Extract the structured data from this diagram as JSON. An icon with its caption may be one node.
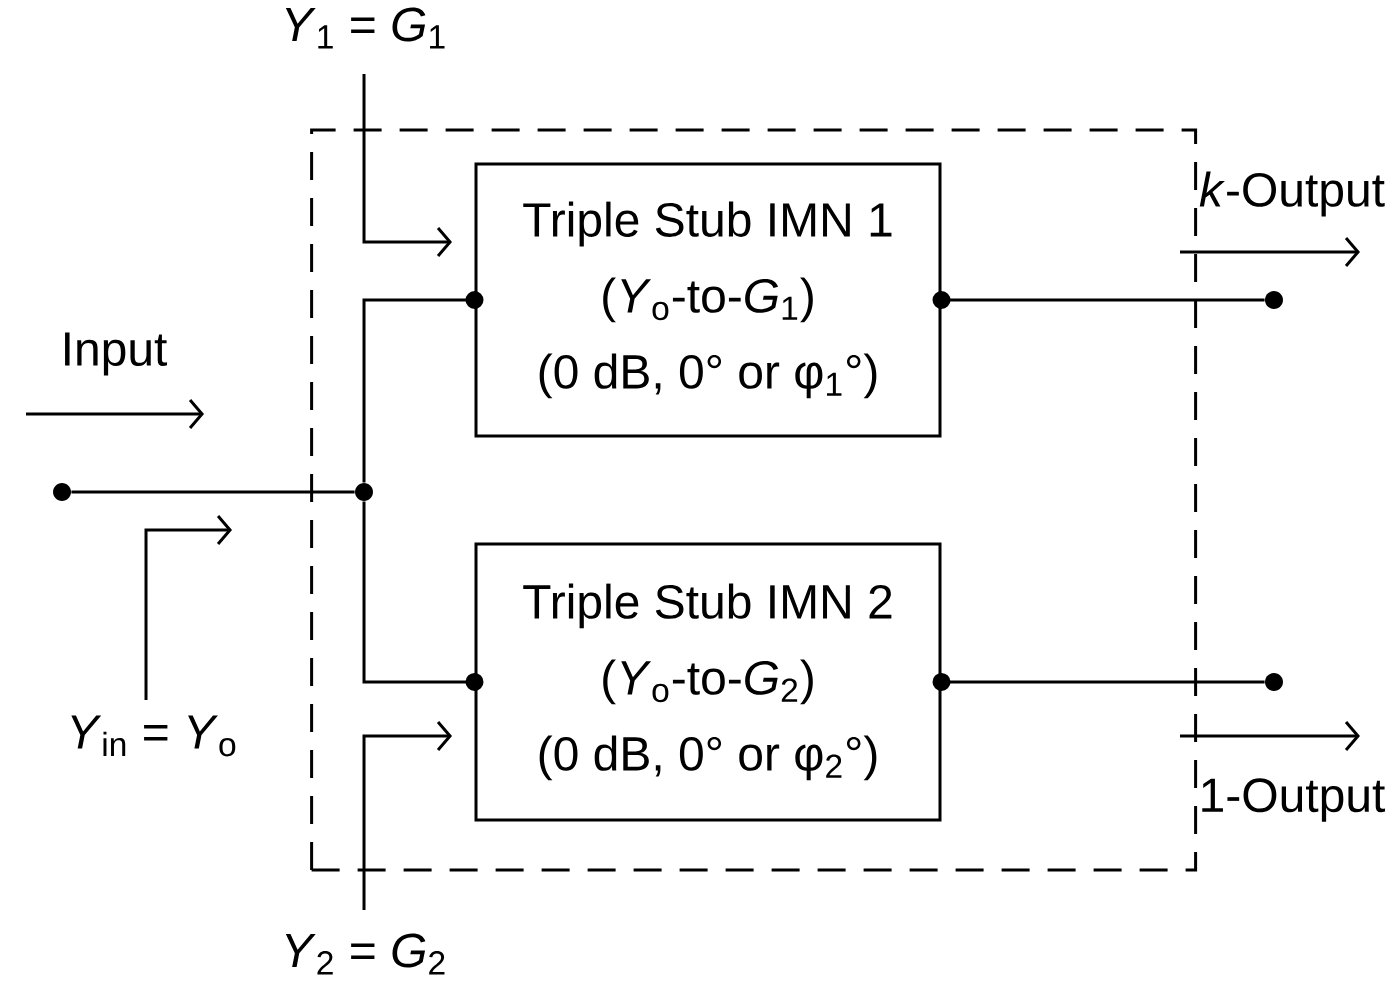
{
  "diagram": {
    "nodes": [
      {
        "text": [],
        "shape": "box"
      },
      {
        "text": [
          "Triple Stub IMN 1",
          "(*Y*$_{o}$-to-*G*$_{1}$)",
          "(0 dB, 0° or φ$_{1}$°)"
        ],
        "in": 0
      },
      {
        "text": [
          "Triple Stub IMN 2",
          "(*Y*$_{o}$-to-*G*$_{2}$)",
          "(0 dB, 0° or φ$_{2}$°)"
        ],
        "in": 0
      },
      {
        "text": [],
        "shape": "circle"
      },
      {
        "text": [],
        "shape": "circle",
        "in": 0
      },
      {
        "text": [],
        "shape": "circle"
      },
      {
        "text": [],
        "shape": "circle"
      }
    ],
    "edges": [
      {
        "from": 3,
        "to": 4,
        "arrow": "none"
      },
      {
        "from": 4,
        "to": 1,
        "arrow": "other"
      },
      {
        "from": 4,
        "to": 2,
        "arrow": "other"
      },
      {
        "from": 5,
        "to": 1,
        "arrow": "other"
      },
      {
        "from": 6,
        "to": 2,
        "arrow": "other"
      }
    ],
    "labels": [
      "*Y*$_{1}$ = *G*$_{1}$",
      "Input",
      "*k*-Output",
      "*Y*$_{in}$ = *Y*$_{o}$",
      "1-Output",
      "*Y*$_{2}$ = *G*$_{2}$"
    ]
  }
}
